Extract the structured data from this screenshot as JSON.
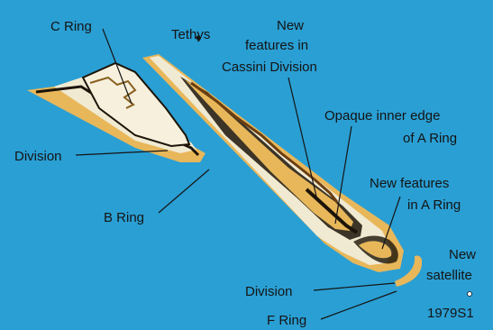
{
  "background_color": "#2a9fd4",
  "colors": {
    "ring_light": "#f1ead2",
    "ring_gold": "#e8b75a",
    "ring_dark": "#1c1408",
    "line": "#141414"
  },
  "labels": {
    "c_ring": "C Ring",
    "tethys": "Tethys",
    "new_features_cassini": [
      "New",
      "features in",
      "Cassini Division"
    ],
    "opaque_edge": [
      "Opaque inner edge",
      "of A Ring"
    ],
    "division_left": "Division",
    "new_features_a_ring": [
      "New features",
      "in A Ring"
    ],
    "b_ring": "B Ring",
    "new_satellite": [
      "New",
      "satellite",
      "1979S1"
    ],
    "division_bottom": "Division",
    "f_ring": "F Ring"
  }
}
